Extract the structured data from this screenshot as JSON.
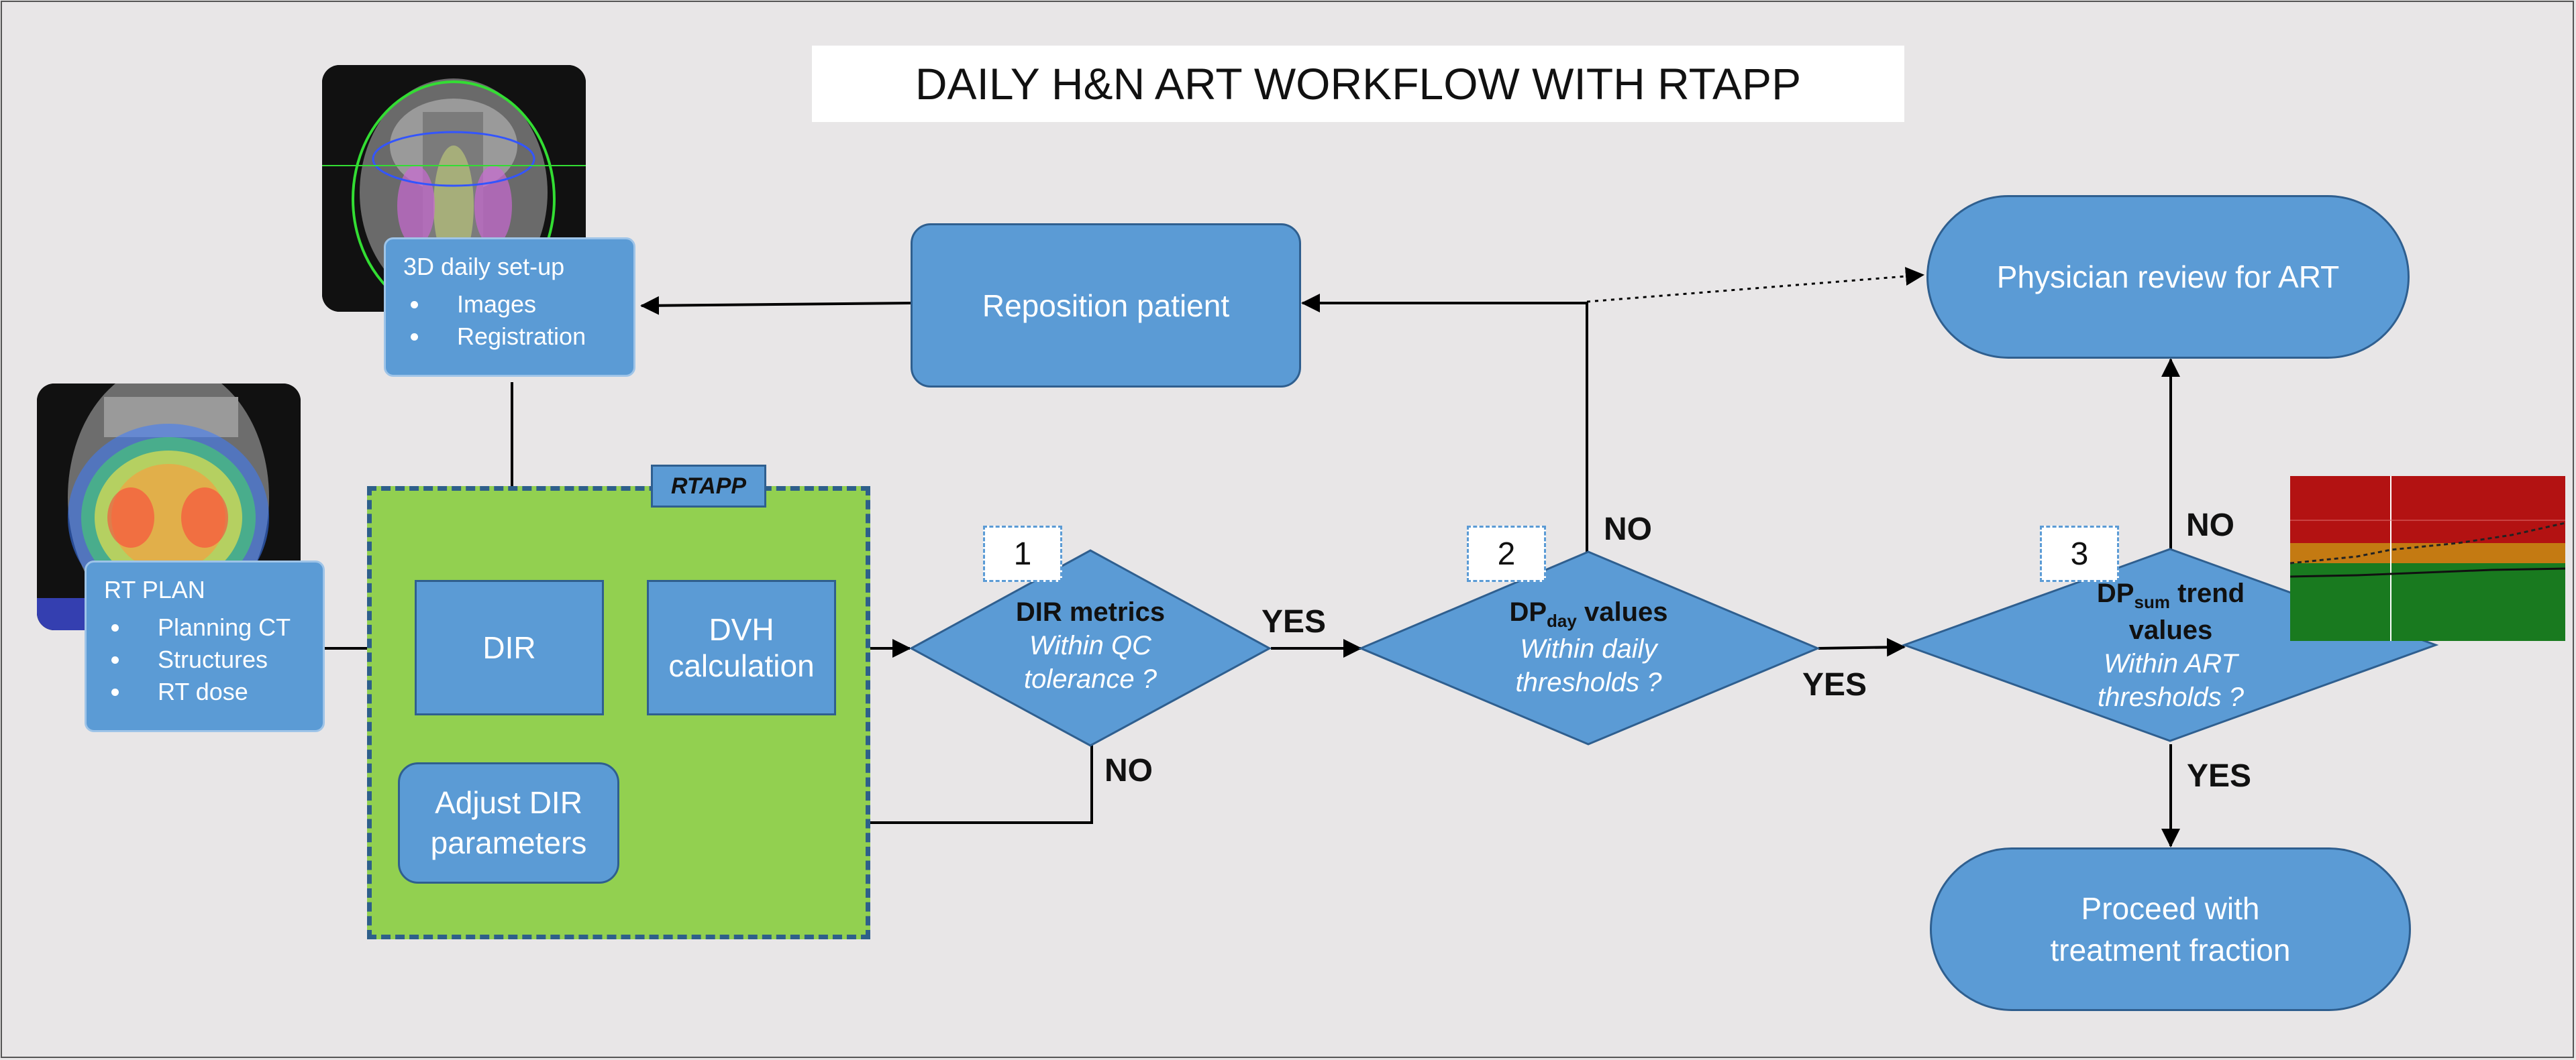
{
  "title": "DAILY H&N ART WORKFLOW WITH RTAPP",
  "setup_box": {
    "title": "3D daily set-up",
    "items": [
      "Images",
      "Registration"
    ]
  },
  "plan_box": {
    "title": "RT PLAN",
    "items": [
      "Planning CT",
      "Structures",
      "RT dose"
    ]
  },
  "rtapp_label": "RTAPP",
  "dir_label": "DIR",
  "dvh_label": "DVH calculation",
  "adjust_label": "Adjust DIR parameters",
  "reposition_label": "Reposition patient",
  "physician_label": "Physician review for ART",
  "proceed_label": "Proceed with treatment fraction",
  "decisions": {
    "d1": {
      "num": "1",
      "title": "DIR metrics",
      "subtitle": "Within QC tolerance ?"
    },
    "d2": {
      "num": "2",
      "title_main": "DP",
      "title_sub": "day",
      "title_rest": " values",
      "subtitle": "Within daily thresholds ?"
    },
    "d3": {
      "num": "3",
      "title_main": "DP",
      "title_sub": "sum",
      "title_rest": " trend values",
      "subtitle": "Within ART thresholds ?"
    }
  },
  "yes_label": "YES",
  "no_label": "NO",
  "colors": {
    "box_fill": "#5b9bd5",
    "box_border": "#2f5f8f",
    "rtapp_green": "#92d050",
    "rtapp_border": "#2e5f8a"
  }
}
